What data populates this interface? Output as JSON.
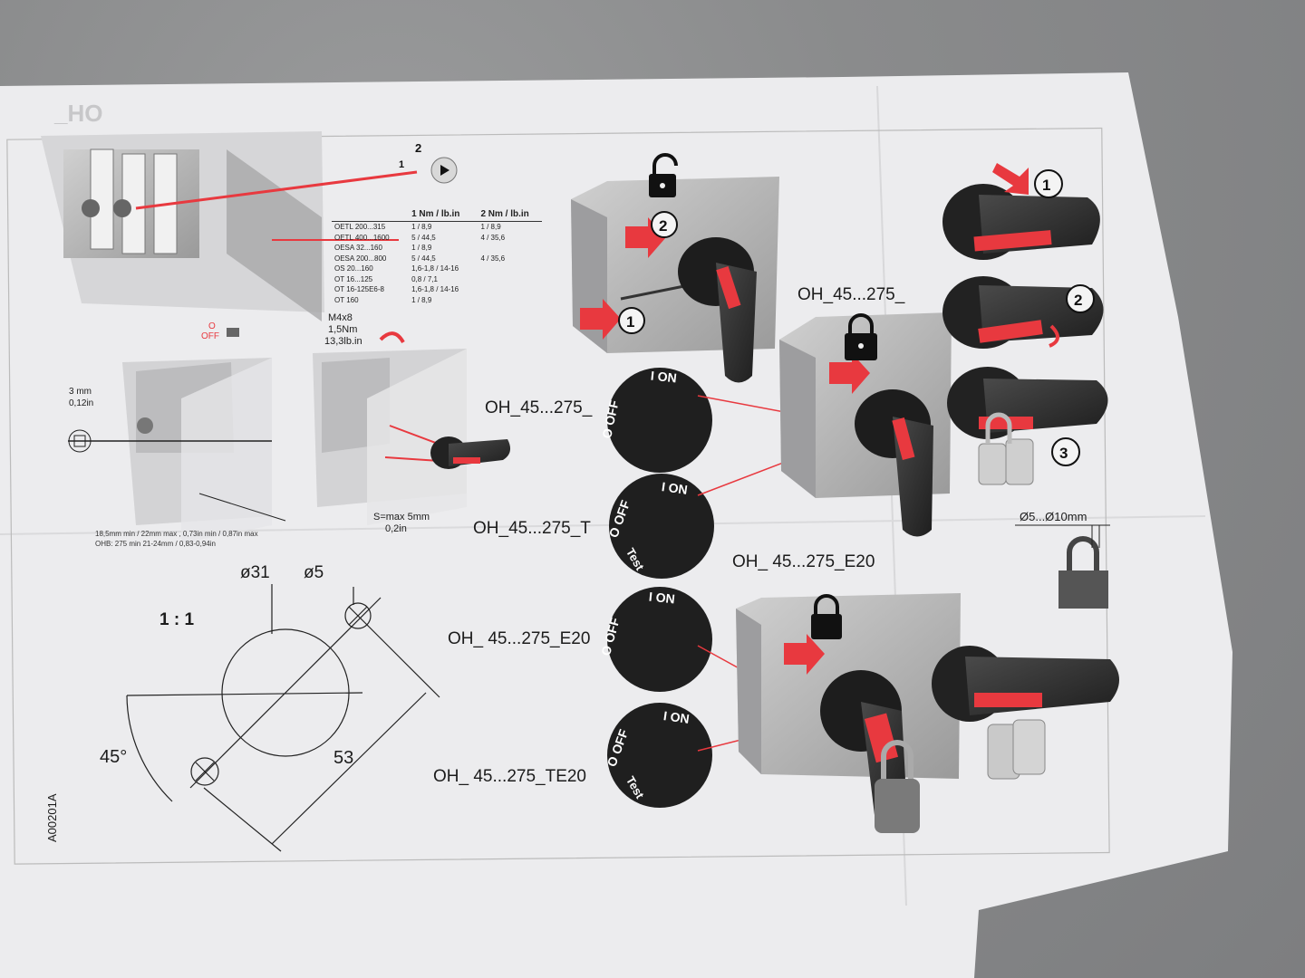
{
  "header": {
    "code": "_HO"
  },
  "torque_table": {
    "col1_header": "1 Nm / lb.in",
    "col2_header": "2 Nm / lb.in",
    "rows": [
      {
        "model": "OETL 200...315",
        "t1": "1 / 8,9",
        "t2": "1 / 8,9"
      },
      {
        "model": "OETL 400...1600",
        "t1": "5 / 44,5",
        "t2": "4 / 35,6"
      },
      {
        "model": "OESA 32...160",
        "t1": "1 / 8,9",
        "t2": ""
      },
      {
        "model": "OESA 200...800",
        "t1": "5 / 44,5",
        "t2": "4 / 35,6"
      },
      {
        "model": "OS 20...160",
        "t1": "1,6-1,8 / 14-16",
        "t2": ""
      },
      {
        "model": "OT 16...125",
        "t1": "0,8 / 7,1",
        "t2": ""
      },
      {
        "model": "OT 16-125E6-8",
        "t1": "1,6-1,8 / 14-16",
        "t2": ""
      },
      {
        "model": "OT 160",
        "t1": "1 / 8,9",
        "t2": ""
      }
    ]
  },
  "screw": {
    "size": "M4x8",
    "torque_nm": "1,5Nm",
    "torque_lb": "13,3lb.in"
  },
  "hole_gauge": {
    "mm": "3 mm",
    "in": "0,12in"
  },
  "switch_state": {
    "off": "O",
    "off_label": "OFF"
  },
  "door_gap": {
    "s_max": "S=max 5mm",
    "s_in": "0,2in"
  },
  "door_thickness": {
    "line1": "18,5mm min / 22mm max , 0,73in min / 0,87in max",
    "line2": "OHB: 275 min 21-24mm / 0,83-0,94in"
  },
  "drilling": {
    "scale": "1 : 1",
    "d_large": "ø31",
    "d_small": "ø5",
    "angle": "45°",
    "distance": "53"
  },
  "doc_code": "A00201A",
  "dials": [
    {
      "model": "OH_45...275_",
      "on": "I ON",
      "off": "O OFF",
      "test": ""
    },
    {
      "model": "OH_45...275_T",
      "on": "I ON",
      "off": "O OFF",
      "test": "Test"
    },
    {
      "model": "OH_ 45...275_E20",
      "on": "I ON",
      "off": "O OFF",
      "test": ""
    },
    {
      "model": "OH_ 45...275_TE20",
      "on": "I ON",
      "off": "O OFF",
      "test": "Test"
    }
  ],
  "lock_labels": {
    "top_model": "OH_45...275_",
    "bottom_model": "OH_ 45...275_E20",
    "padlock_size": "Ø5...Ø10mm"
  },
  "steps": {
    "s1": "1",
    "s2": "2",
    "s3": "3"
  },
  "colors": {
    "paper": "#ececec",
    "red": "#e8393f",
    "handle": "#2b2b2b",
    "gray_box": "#bdbdbd"
  }
}
